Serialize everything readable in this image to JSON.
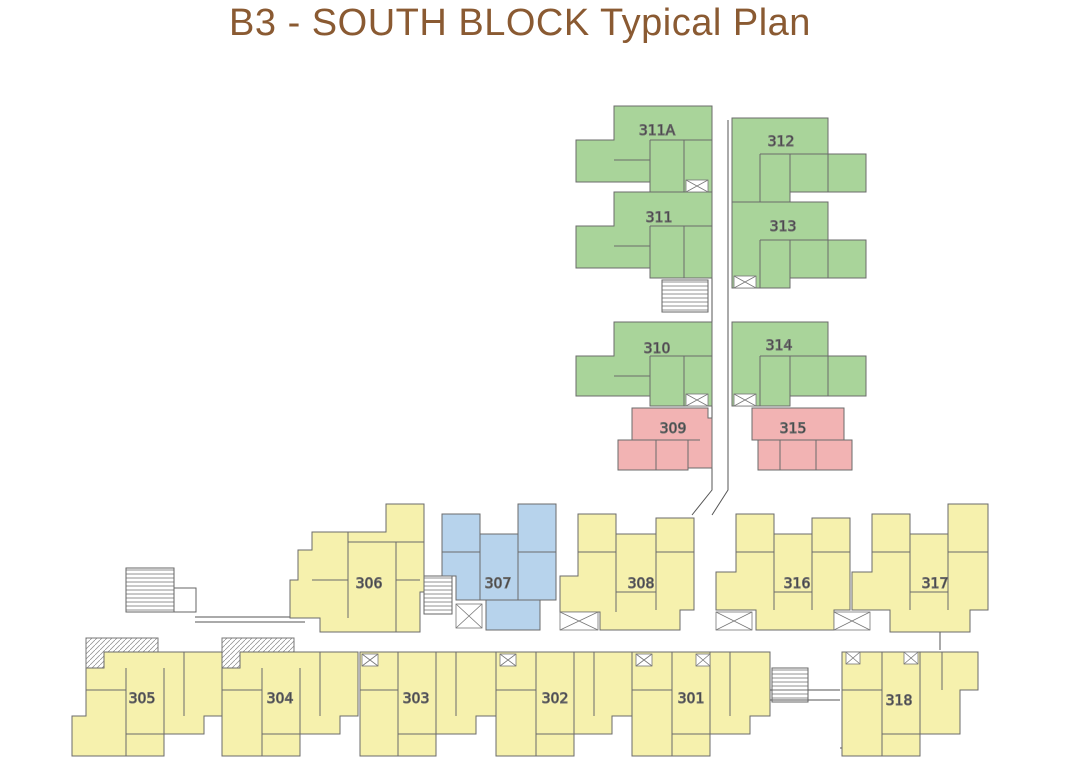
{
  "title": "B3 - SOUTH BLOCK Typical Plan",
  "colors": {
    "green": "#a9d49a",
    "pink": "#f2b3b3",
    "blue": "#b7d3ec",
    "yellow": "#f6f1ad",
    "wall": "#6b6b6b",
    "title": "#8a5a32"
  },
  "units": [
    {
      "id": "311A",
      "label": "311A",
      "color": "green"
    },
    {
      "id": "312",
      "label": "312",
      "color": "green"
    },
    {
      "id": "311",
      "label": "311",
      "color": "green"
    },
    {
      "id": "313",
      "label": "313",
      "color": "green"
    },
    {
      "id": "310",
      "label": "310",
      "color": "green"
    },
    {
      "id": "314",
      "label": "314",
      "color": "green"
    },
    {
      "id": "309",
      "label": "309",
      "color": "pink"
    },
    {
      "id": "315",
      "label": "315",
      "color": "pink"
    },
    {
      "id": "306",
      "label": "306",
      "color": "yellow"
    },
    {
      "id": "307",
      "label": "307",
      "color": "blue"
    },
    {
      "id": "308",
      "label": "308",
      "color": "yellow"
    },
    {
      "id": "316",
      "label": "316",
      "color": "yellow"
    },
    {
      "id": "317",
      "label": "317",
      "color": "yellow"
    },
    {
      "id": "305",
      "label": "305",
      "color": "yellow"
    },
    {
      "id": "304",
      "label": "304",
      "color": "yellow"
    },
    {
      "id": "303",
      "label": "303",
      "color": "yellow"
    },
    {
      "id": "302",
      "label": "302",
      "color": "yellow"
    },
    {
      "id": "301",
      "label": "301",
      "color": "yellow"
    },
    {
      "id": "318",
      "label": "318",
      "color": "yellow"
    }
  ]
}
